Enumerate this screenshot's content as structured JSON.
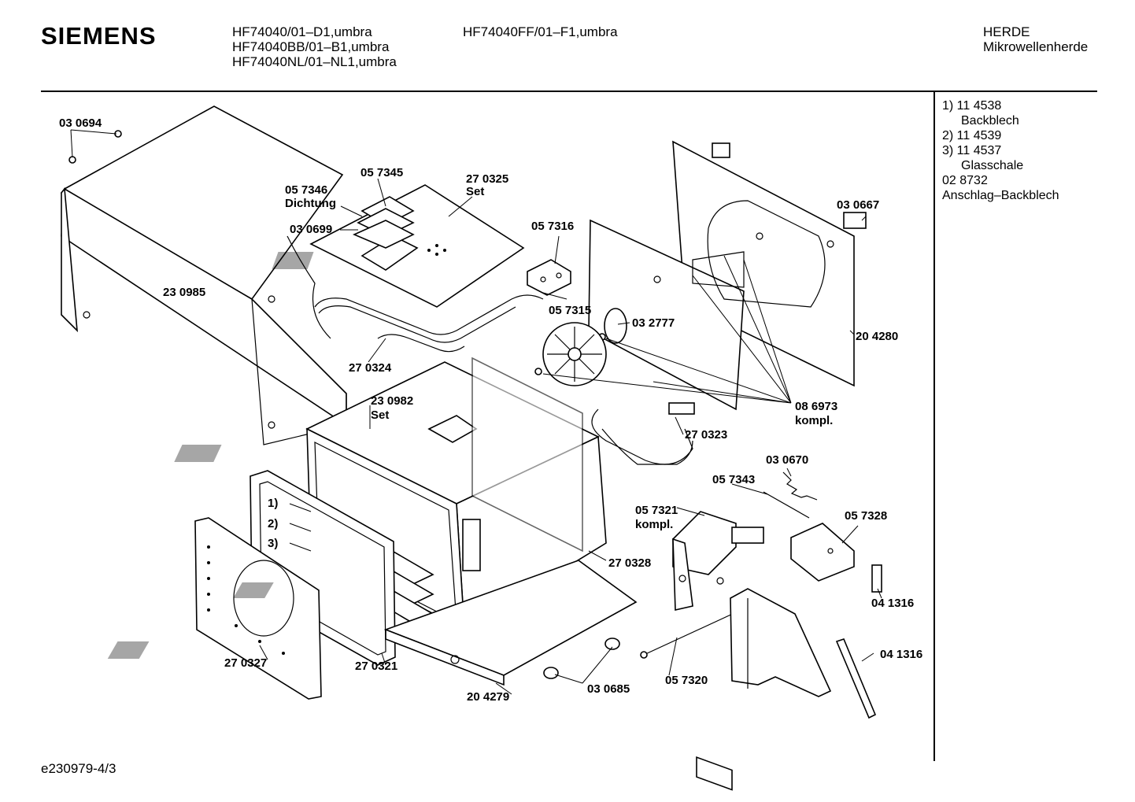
{
  "header": {
    "brand": "SIEMENS",
    "models_col1": [
      "HF74040/01–D1,umbra",
      "HF74040BB/01–B1,umbra",
      "HF74040NL/01–NL1,umbra"
    ],
    "models_col2": [
      "HF74040FF/01–F1,umbra"
    ],
    "category": [
      "HERDE",
      "Mikrowellenherde"
    ]
  },
  "legend": {
    "lines": [
      "1)  11 4538",
      "Backblech",
      "2)  11 4539",
      "3)  11 4537",
      "Glasschale",
      "02 8732",
      "Anschlag–Backblech"
    ]
  },
  "parts": {
    "p030694": "03 0694",
    "p057345": "05 7345",
    "p270325": "27 0325",
    "p270325b": "Set",
    "p057346": "05 7346",
    "p057346b": "Dichtung",
    "p030699": "03 0699",
    "p057316": "05 7316",
    "p030667": "03 0667",
    "p230985": "23 0985",
    "p057315": "05 7315",
    "p032777": "03 2777",
    "p204280": "20 4280",
    "p270324": "27 0324",
    "p230982": "23 0982",
    "p230982b": "Set",
    "p086973": "08 6973",
    "p086973b": "kompl.",
    "p270323": "27 0323",
    "p030670": "03 0670",
    "p057343": "05 7343",
    "p057321": "05 7321",
    "p057321b": "kompl.",
    "p057328": "05 7328",
    "c1": "1)",
    "c2": "2)",
    "c3": "3)",
    "p270328": "27 0328",
    "p041316a": "04 1316",
    "p041316b": "04 1316",
    "p270327": "27 0327",
    "p270321": "27 0321",
    "p030685": "03 0685",
    "p057320": "05 7320",
    "p204279": "20 4279"
  },
  "footer": "e230979-4/3"
}
